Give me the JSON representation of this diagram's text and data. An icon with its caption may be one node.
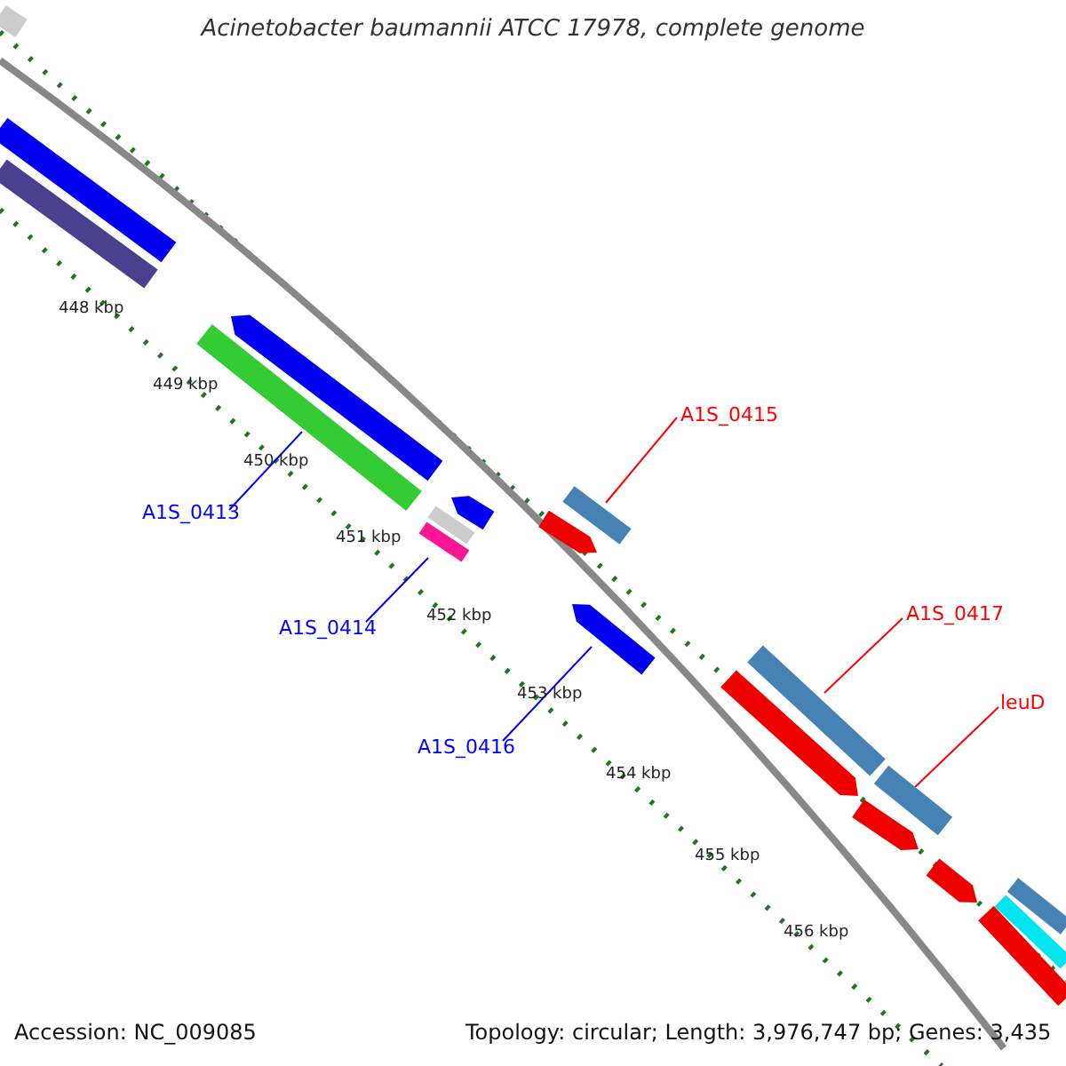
{
  "diagram": {
    "title": "Acinetobacter baumannii ATCC 17978, complete genome",
    "nodes": [
      {
        "text": [
          "A1S_0413"
        ]
      },
      {
        "text": [],
        "shape": "bar"
      },
      {
        "text": [
          "A1S_0414"
        ]
      },
      {
        "text": [],
        "shape": "bar"
      },
      {
        "text": [
          "A1S_0415"
        ]
      },
      {
        "text": [],
        "shape": "bar"
      },
      {
        "text": [
          "A1S_0416"
        ]
      },
      {
        "text": [],
        "shape": "bar"
      },
      {
        "text": [
          "A1S_0417"
        ]
      },
      {
        "text": [],
        "shape": "bar"
      },
      {
        "text": [
          "leuD"
        ]
      },
      {
        "text": [],
        "shape": "bar"
      },
      {
        "text": [],
        "shape": "bar"
      },
      {
        "text": [],
        "shape": "bar"
      },
      {
        "text": [],
        "shape": "bar"
      },
      {
        "text": [],
        "shape": "bar"
      },
      {
        "text": [],
        "shape": "bar"
      },
      {
        "text": [],
        "shape": "bar"
      },
      {
        "text": [],
        "shape": "bar"
      },
      {
        "text": [],
        "shape": "bar"
      },
      {
        "text": [],
        "shape": "bar"
      },
      {
        "text": [],
        "shape": "bar"
      },
      {
        "text": [],
        "shape": "bar"
      },
      {
        "text": [],
        "shape": "bar"
      },
      {
        "text": [],
        "shape": "bar"
      }
    ],
    "edges": [
      {
        "from": 0,
        "to": 1,
        "arrow": "none",
        "color": "#0000ff"
      },
      {
        "from": 2,
        "to": 3,
        "arrow": "none",
        "color": "#0000ff"
      },
      {
        "from": 4,
        "to": 5,
        "arrow": "none",
        "color": "#ff0000"
      },
      {
        "from": 6,
        "to": 7,
        "arrow": "none",
        "color": "#0000ff"
      },
      {
        "from": 8,
        "to": 9,
        "arrow": "none",
        "color": "#ff0000"
      },
      {
        "from": 10,
        "to": 11,
        "arrow": "none",
        "color": "#ff0000"
      }
    ],
    "labels": [
      "448 kbp",
      "449 kbp",
      "450 kbp",
      "451 kbp",
      "452 kbp",
      "453 kbp",
      "454 kbp",
      "455 kbp",
      "456 kbp",
      "Accession: NC_009085",
      "Topology: circular; Length: 3,976,747 bp; Genes: 3,435"
    ]
  }
}
